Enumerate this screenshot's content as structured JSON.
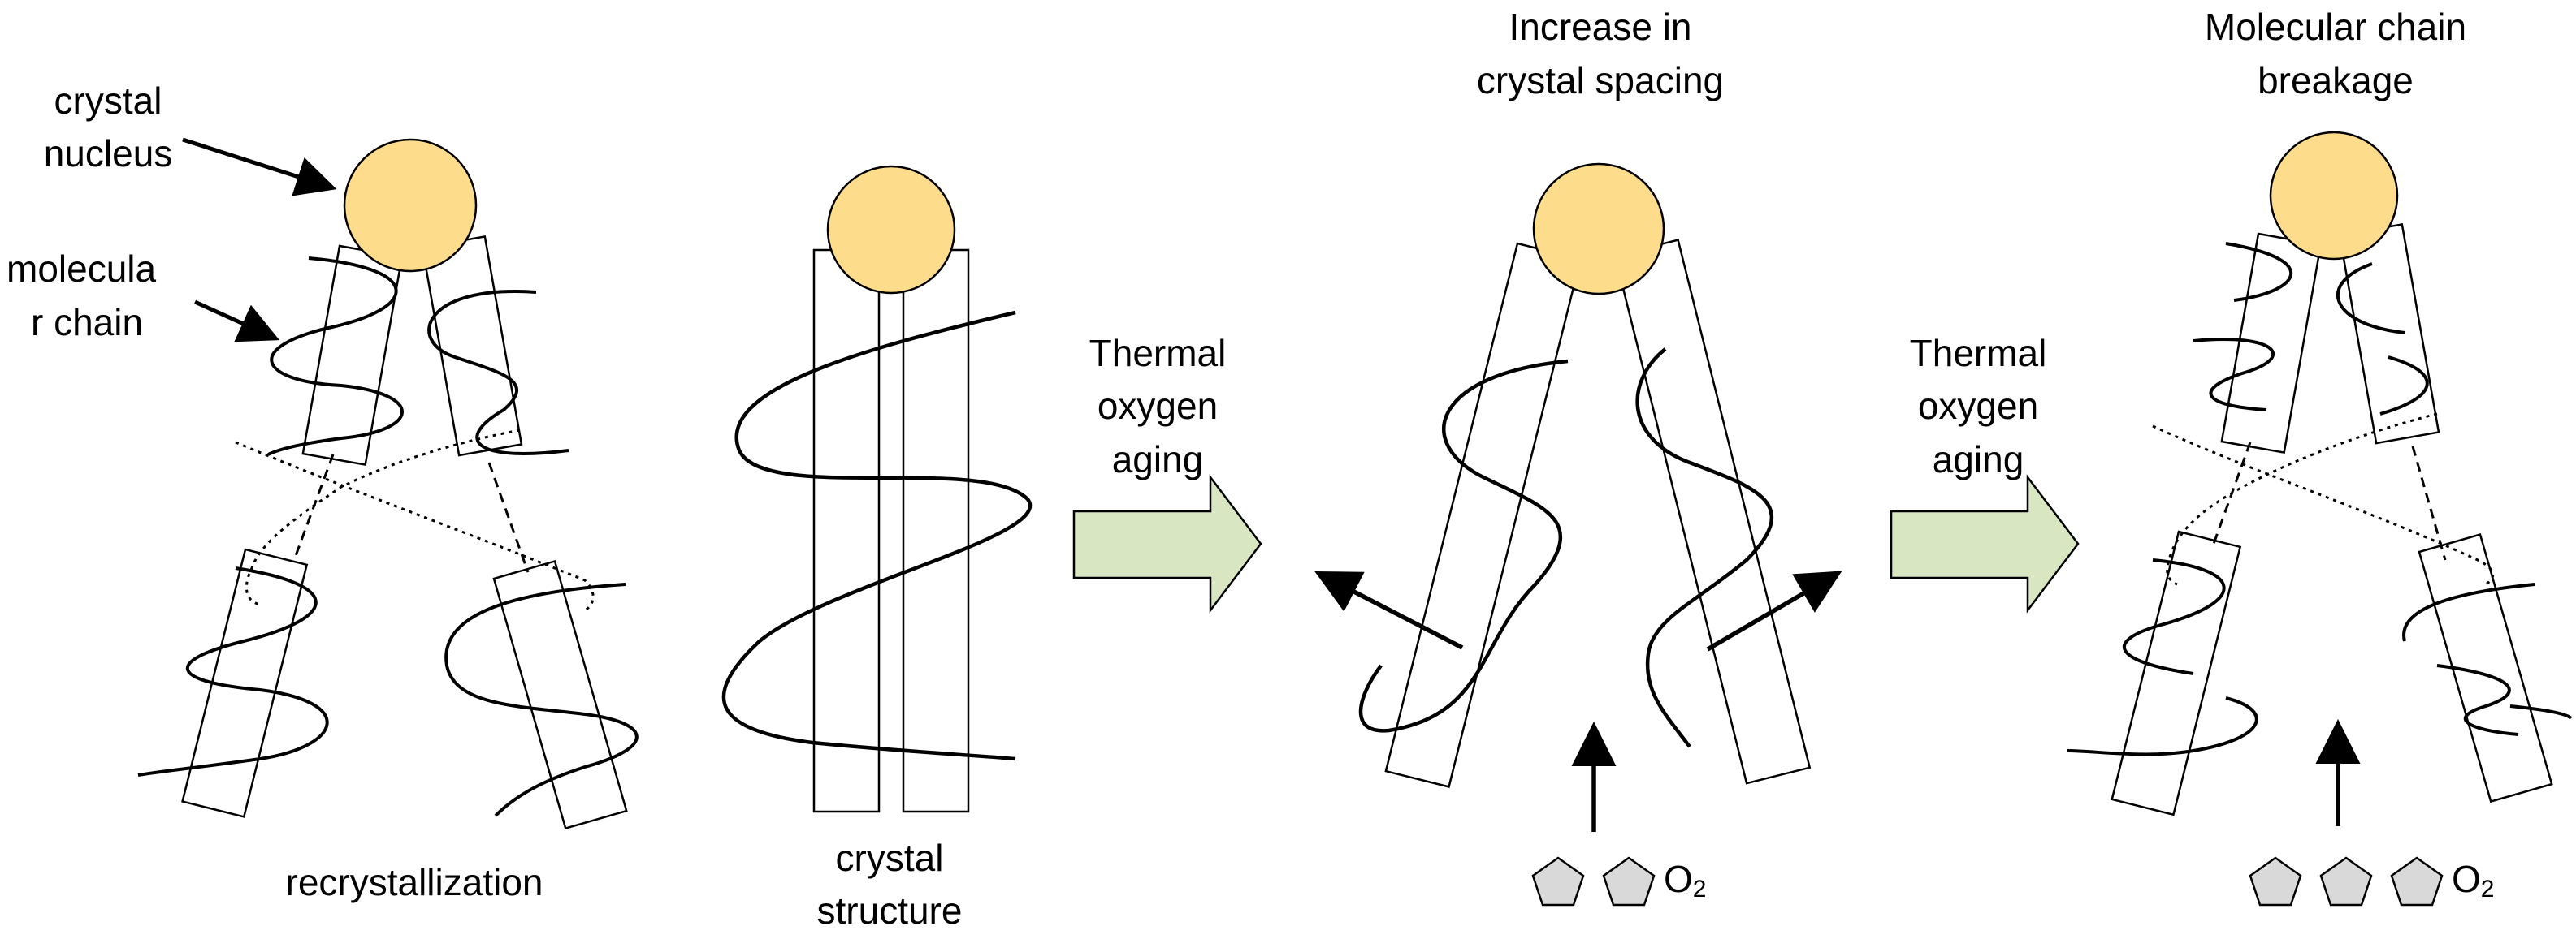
{
  "labels": {
    "crystal_nucleus": "crystal nucleus",
    "crystal_nucleus_line1": "crystal",
    "crystal_nucleus_line2": "nucleus",
    "molecular_chain_line1": "molecula",
    "molecular_chain_line2": "r chain",
    "recrystallization": "recrystallization",
    "crystal_structure_line1": "crystal",
    "crystal_structure_line2": "structure",
    "arrow1_line1": "Thermal",
    "arrow1_line2": "oxygen",
    "arrow1_line3": "aging",
    "arrow2_line1": "Thermal",
    "arrow2_line2": "oxygen",
    "arrow2_line3": "aging",
    "spacing_line1": "Increase in",
    "spacing_line2": "crystal spacing",
    "breakage_line1": "Molecular chain",
    "breakage_line2": "breakage",
    "o2_main_3": "O",
    "o2_sub_3": "2",
    "o2_main_4": "O",
    "o2_sub_4": "2"
  },
  "colors": {
    "nucleus_fill": "#FDDC8C",
    "arrow_fill": "#D8E6C2",
    "pentagon_fill": "#D9D9D9",
    "stroke": "#000000"
  }
}
